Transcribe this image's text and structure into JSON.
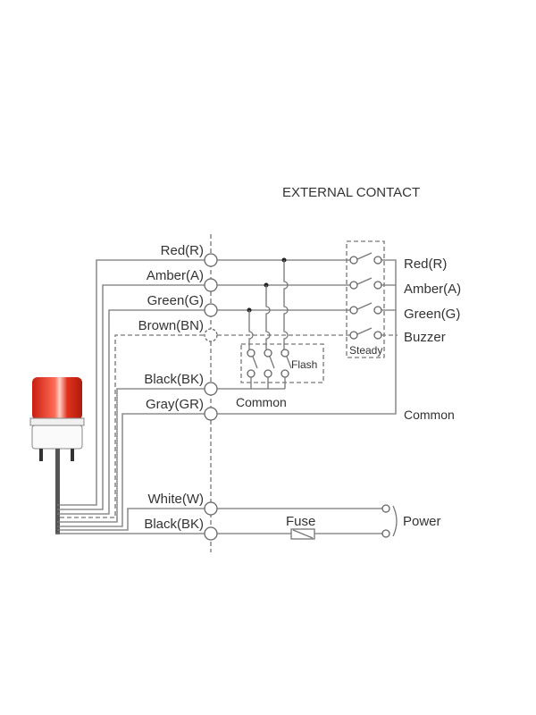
{
  "title": "EXTERNAL CONTACT",
  "left_terminals": [
    "Red(R)",
    "Amber(A)",
    "Green(G)",
    "Brown(BN)",
    "Black(BK)",
    "Gray(GR)",
    "White(W)",
    "Black(BK)"
  ],
  "right_outputs": [
    "Red(R)",
    "Amber(A)",
    "Green(G)",
    "Buzzer",
    "Common"
  ],
  "steady_label": "Steady",
  "flash_label": "Flash",
  "flash_common_label": "Common",
  "fuse_label": "Fuse",
  "power_label": "Power",
  "colors": {
    "lamp": "#e0321e",
    "wire": "#777777"
  }
}
